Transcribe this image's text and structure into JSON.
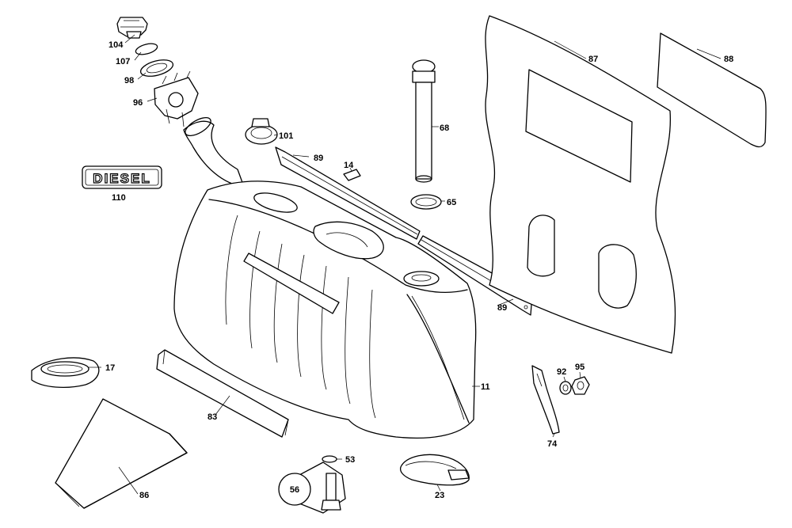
{
  "badge_text": "DIESEL",
  "callouts": {
    "p104": "104",
    "p107": "107",
    "p98": "98",
    "p96": "96",
    "p110": "110",
    "p101": "101",
    "p89a": "89",
    "p14": "14",
    "p68": "68",
    "p65": "65",
    "p87": "87",
    "p88": "88",
    "p89b": "89",
    "p17": "17",
    "p11": "11",
    "p92": "92",
    "p95": "95",
    "p74": "74",
    "p83": "83",
    "p86": "86",
    "p53": "53",
    "p56": "56",
    "p23": "23"
  }
}
